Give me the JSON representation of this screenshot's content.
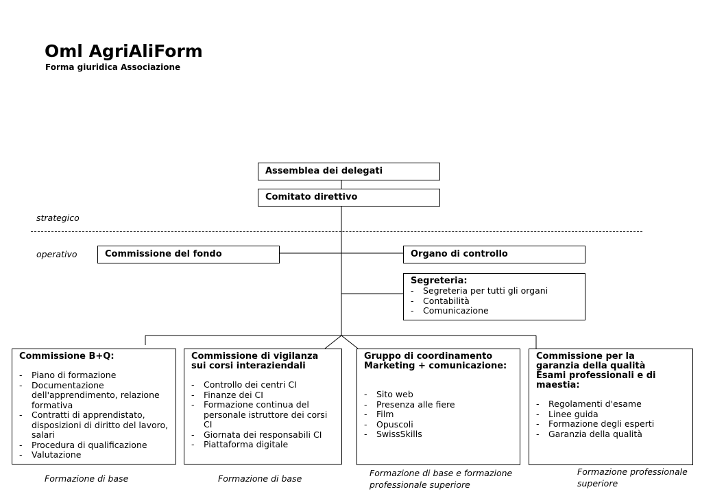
{
  "header": {
    "title": "Oml AgriAliForm",
    "subtitle": "Forma giuridica Associazione"
  },
  "levels": {
    "strategic": "strategico",
    "operative": "operativo"
  },
  "top": {
    "assembly": "Assemblea dei delegati",
    "committee": "Comitato direttivo"
  },
  "side": {
    "fund": "Commissione del fondo",
    "control": "Organo di controllo",
    "secretariat_title": "Segreteria:",
    "secretariat_items": [
      "Segreteria per tutti gli organi",
      "Contabilità",
      "Comunicazione"
    ]
  },
  "bottom": [
    {
      "title": "Commissione B+Q:",
      "items": [
        "Piano di formazione",
        "Documentazione dell'apprendimento, relazione formativa",
        "Contratti di apprendistato, disposizioni di diritto del lavoro, salari",
        "Procedura di qualificazione",
        "Valutazione"
      ],
      "caption": "Formazione di base"
    },
    {
      "title": "Commissione di vigilanza sui corsi interaziendali",
      "items": [
        "Controllo dei centri CI",
        "Finanze dei CI",
        "Formazione continua del personale istruttore dei corsi CI",
        "Giornata dei responsabili CI",
        "Piattaforma digitale"
      ],
      "caption": "Formazione di base"
    },
    {
      "title": "Gruppo di coordinamento Marketing + comunicazione:",
      "items": [
        "Sito web",
        "Presenza alle fiere",
        "Film",
        "Opuscoli",
        "SwissSkills"
      ],
      "caption": "Formazione di base e formazione professionale superiore"
    },
    {
      "title": "Commissione per la garanzia della qualità Esami professionali e di maestia:",
      "items": [
        "Regolamenti d'esame",
        "Linee guida",
        "Formazione degli esperti",
        "Garanzia della qualità"
      ],
      "caption": "Formazione professionale superiore"
    }
  ]
}
